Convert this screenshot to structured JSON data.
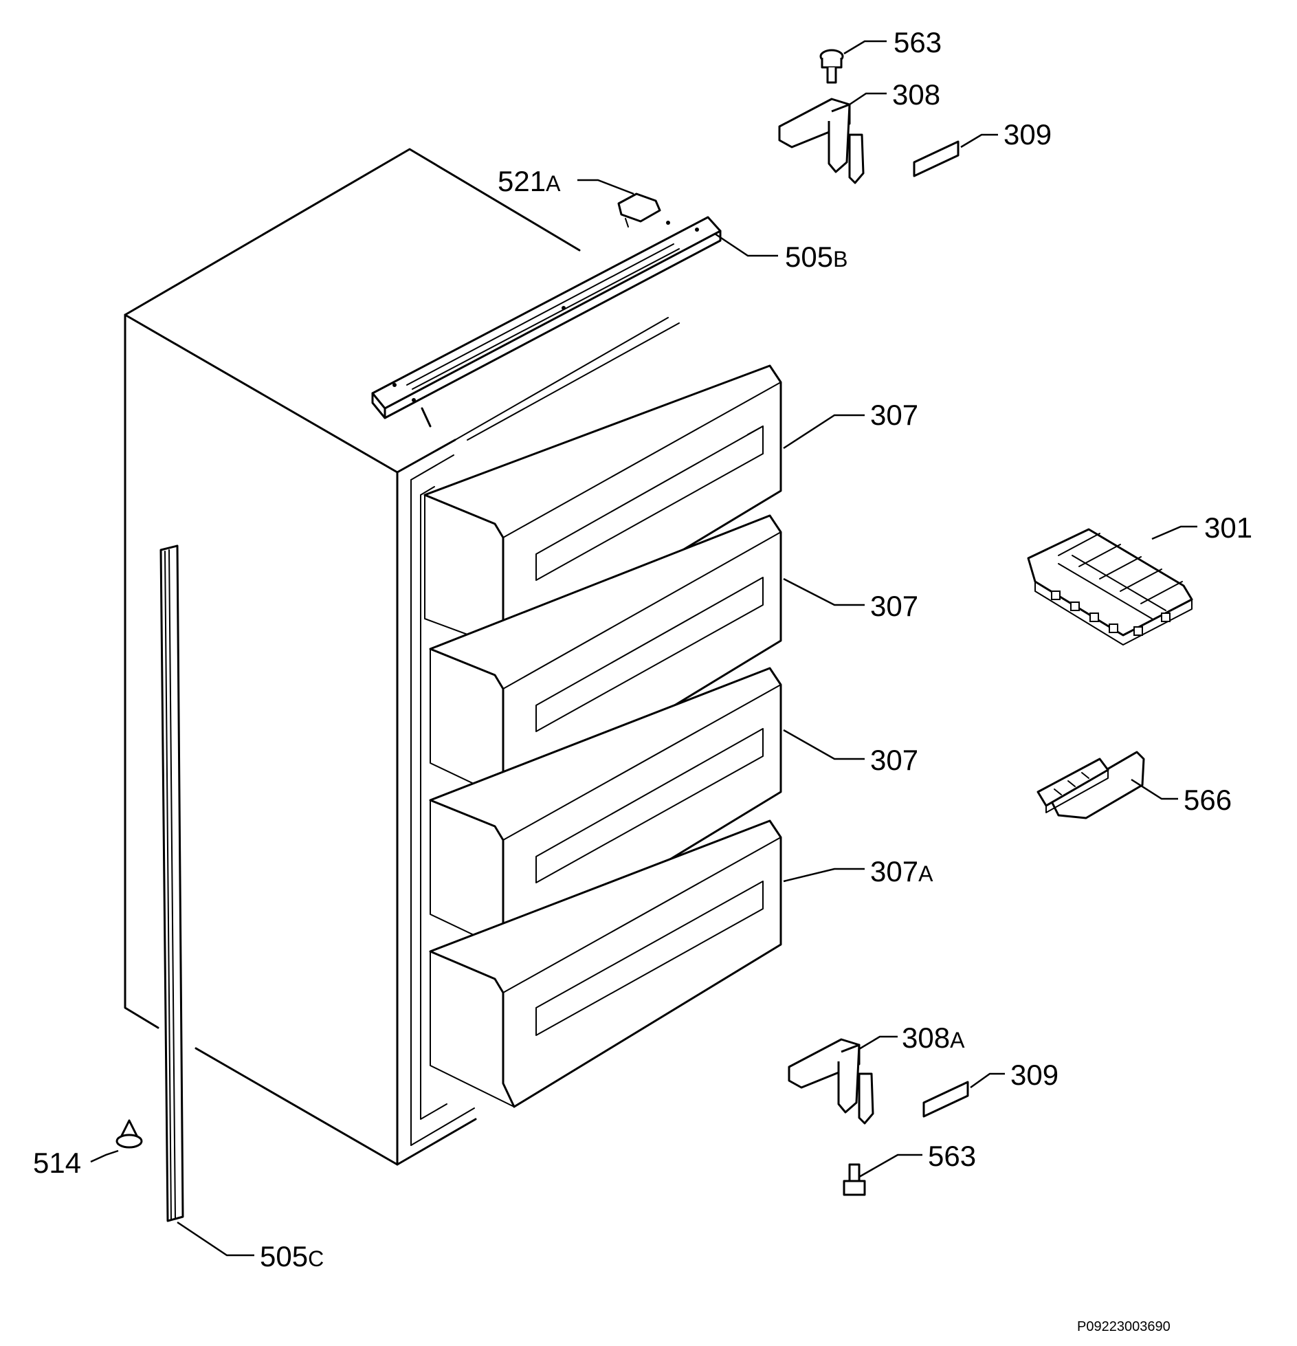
{
  "labels": {
    "p563_top": "563",
    "p308": "308",
    "p309_top": "309",
    "p521a": {
      "num": "521",
      "suffix": "A"
    },
    "p505b": {
      "num": "505",
      "suffix": "B"
    },
    "p307_1": "307",
    "p301": "301",
    "p307_2": "307",
    "p307_3": "307",
    "p566": "566",
    "p307a": {
      "num": "307",
      "suffix": "A"
    },
    "p308a": {
      "num": "308",
      "suffix": "A"
    },
    "p309_bottom": "309",
    "p514": "514",
    "p563_bottom": "563",
    "p505c": {
      "num": "505",
      "suffix": "C"
    }
  },
  "reference_code": "P09223003690"
}
